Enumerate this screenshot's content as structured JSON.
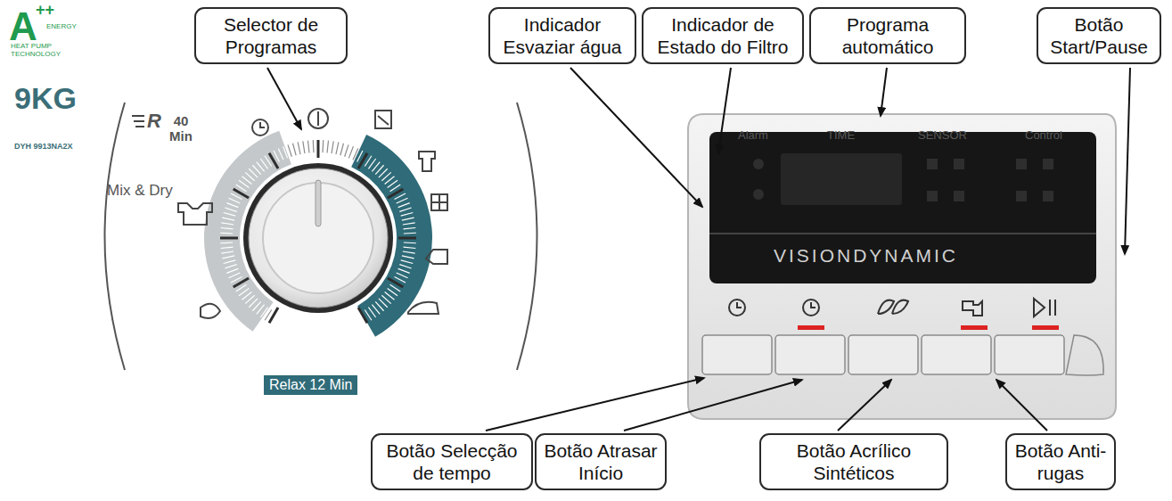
{
  "diagram": {
    "nodes": [
      {
        "text": [
          "Selector de Programas"
        ]
      },
      {
        "text": [
          "Indicador Esvaziar água"
        ]
      },
      {
        "text": [
          "Indicador de Estado do Filtro"
        ]
      },
      {
        "text": [
          "Programa automático"
        ]
      },
      {
        "text": [
          "Botão Start/Pause"
        ]
      },
      {
        "text": [
          "Botão Selecção de tempo"
        ]
      },
      {
        "text": [
          "Botão Atrasar Início"
        ]
      },
      {
        "text": [
          "Botão Acrílico Sintéticos"
        ]
      },
      {
        "text": [
          "Botão Anti-rugas"
        ]
      }
    ],
    "labels": [
      "A",
      "++",
      "ENERGY",
      "HEAT PUMP TECHNOLOGY",
      "9KG",
      "DYH 9913NA2X",
      "R",
      "40 Min",
      "Mix & Dry",
      "Relax 12 Min",
      "Alarm",
      "TIME",
      "SENSOR",
      "Control",
      "VISIONDYNAMIC"
    ]
  }
}
